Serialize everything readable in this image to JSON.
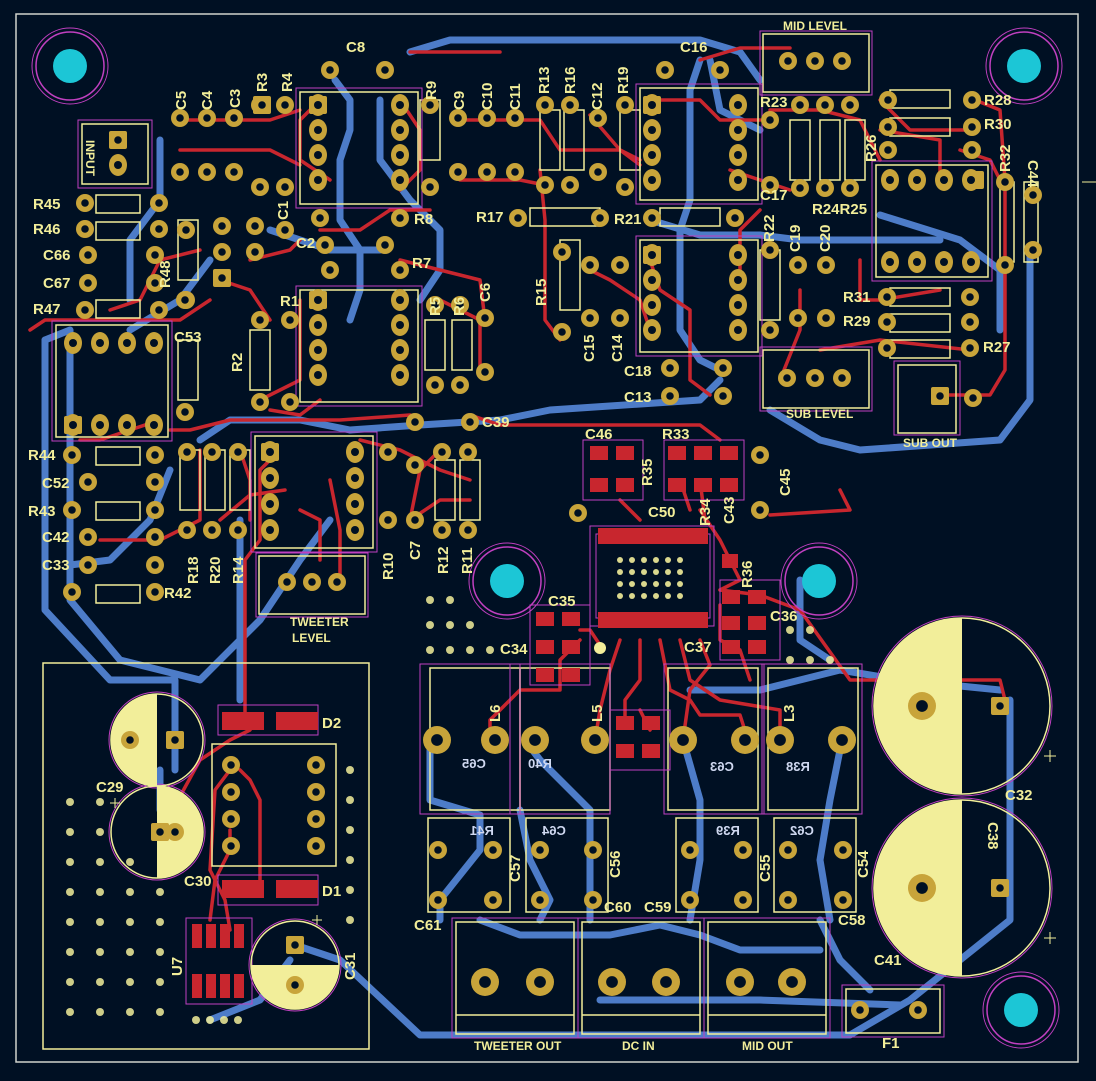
{
  "board": {
    "colors": {
      "background": "#001023",
      "outline": "#d0d2cd",
      "silkscreen": "#f2ee9a",
      "courtyard": "#c040c0",
      "pad": "#c8a43a",
      "pad_hole": "#001023",
      "mounting_hole": "#1cc6d6",
      "front_copper": "#c8262e",
      "back_copper": "#4d7cc8"
    }
  },
  "labels": {
    "C8": "C8",
    "C16": "C16",
    "mid_level": "MID LEVEL",
    "C5": "C5",
    "C4": "C4",
    "C3": "C3",
    "R3": "R3",
    "R4": "R4",
    "R9": "R9",
    "C9": "C9",
    "C10": "C10",
    "C11": "C11",
    "R13": "R13",
    "R16": "R16",
    "C12": "C12",
    "R19": "R19",
    "R23": "R23",
    "R28": "R28",
    "R30": "R30",
    "R26": "R26",
    "R32": "R32",
    "C44": "C44",
    "input": "INPUT",
    "C1": "C1",
    "R8": "R8",
    "R17": "R17",
    "R21": "R21",
    "C17": "C17",
    "R24R25": "R24R25",
    "R22": "R22",
    "C19": "C19",
    "C20": "C20",
    "R45": "R45",
    "R46": "R46",
    "C66": "C66",
    "C67": "C67",
    "R47": "R47",
    "R48": "R48",
    "C2": "C2",
    "R7": "R7",
    "R5": "R5",
    "R6": "R6",
    "C6": "C6",
    "R15": "R15",
    "C15": "C15",
    "C14": "C14",
    "R31": "R31",
    "R29": "R29",
    "R27": "R27",
    "C53": "C53",
    "R1": "R1",
    "R2": "R2",
    "C18": "C18",
    "C13": "C13",
    "sub_level": "SUB LEVEL",
    "sub_out": "SUB OUT",
    "R44": "R44",
    "C39": "C39",
    "C46": "C46",
    "R33": "R33",
    "C52": "C52",
    "R43": "R43",
    "C42": "C42",
    "C33": "C33",
    "R42": "R42",
    "R18": "R18",
    "R20": "R20",
    "R14": "R14",
    "R10": "R10",
    "C7": "C7",
    "R12": "R12",
    "R11": "R11",
    "R35": "R35",
    "C50": "C50",
    "R34": "R34",
    "C43": "C43",
    "C45": "C45",
    "R36": "R36",
    "tweeter_level_1": "TWEETER",
    "tweeter_level_2": "LEVEL",
    "C35": "C35",
    "C34": "C34",
    "C36": "C36",
    "C37": "C37",
    "D2": "D2",
    "D1": "D1",
    "C29": "C29",
    "C30": "C30",
    "U7": "U7",
    "C31": "C31",
    "C65": "C65",
    "R40": "R40",
    "C63": "C63",
    "R38": "R38",
    "R41": "R41",
    "C64": "C64",
    "R39": "R39",
    "C62": "C62",
    "C57": "C57",
    "C56": "C56",
    "C55": "C55",
    "C54": "C54",
    "C61": "C61",
    "C60": "C60",
    "C59": "C59",
    "C58": "C58",
    "C32": "C32",
    "C41": "C41",
    "C38": "C38",
    "F1": "F1",
    "tweeter_out": "TWEETER OUT",
    "dc_in": "DC IN",
    "mid_out": "MID OUT",
    "L6": "L6",
    "L5": "L5",
    "L3": "L3"
  }
}
